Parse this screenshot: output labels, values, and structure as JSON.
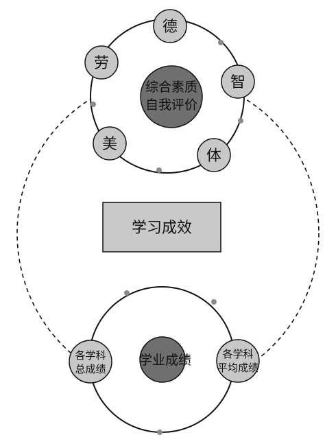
{
  "top_center": {
    "line1": "综合素质",
    "line2": "自我评价"
  },
  "top_nodes": {
    "de": "德",
    "zhi": "智",
    "ti": "体",
    "mei": "美",
    "lao": "劳"
  },
  "center_box": {
    "label": "学习成效"
  },
  "bottom_center": {
    "label": "学业成绩"
  },
  "bottom_nodes": {
    "left": {
      "line1": "各学科",
      "line2": "总成绩"
    },
    "right": {
      "line1": "各学科",
      "line2": "平均成绩"
    }
  },
  "colors": {
    "node_fill": "#c8c8c8",
    "center_fill": "#6f6f6f",
    "box_fill": "#c9c9c9",
    "stroke": "#111111",
    "dot": "#8a8a8a"
  }
}
